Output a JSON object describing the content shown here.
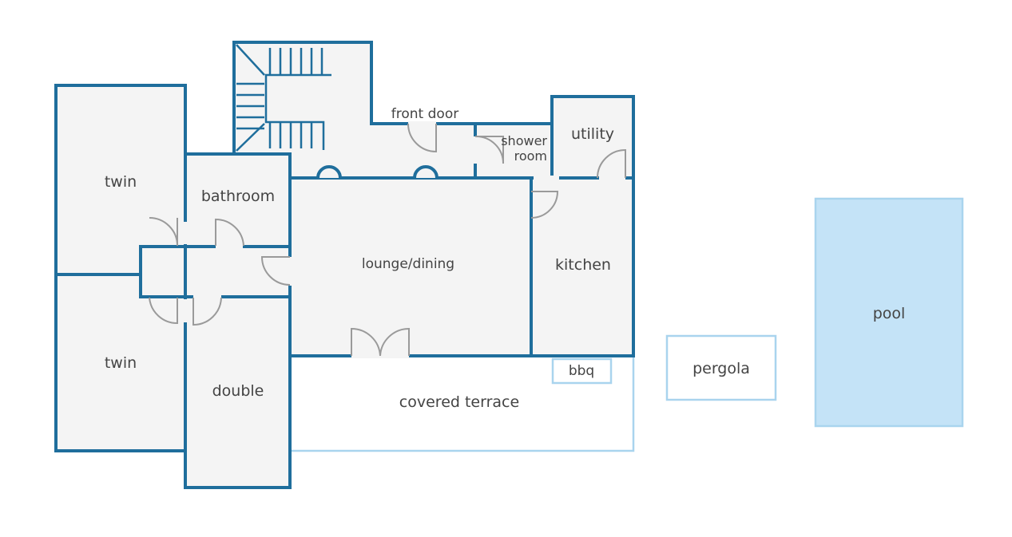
{
  "colors": {
    "wall": "#1f6e9c",
    "floor": "#f4f4f4",
    "outdoor_outline": "#a9d4ee",
    "pool_fill": "#c4e3f7",
    "door": "#9a9a9a",
    "label": "#444444"
  },
  "rooms": {
    "twin_upper": "twin",
    "twin_lower": "twin",
    "bathroom": "bathroom",
    "double": "double",
    "lounge_dining": "lounge/dining",
    "kitchen": "kitchen",
    "utility": "utility",
    "shower_room_line1": "shower",
    "shower_room_line2": "room",
    "front_door": "front door"
  },
  "outdoor": {
    "covered_terrace": "covered terrace",
    "bbq": "bbq",
    "pergola": "pergola",
    "pool": "pool"
  }
}
